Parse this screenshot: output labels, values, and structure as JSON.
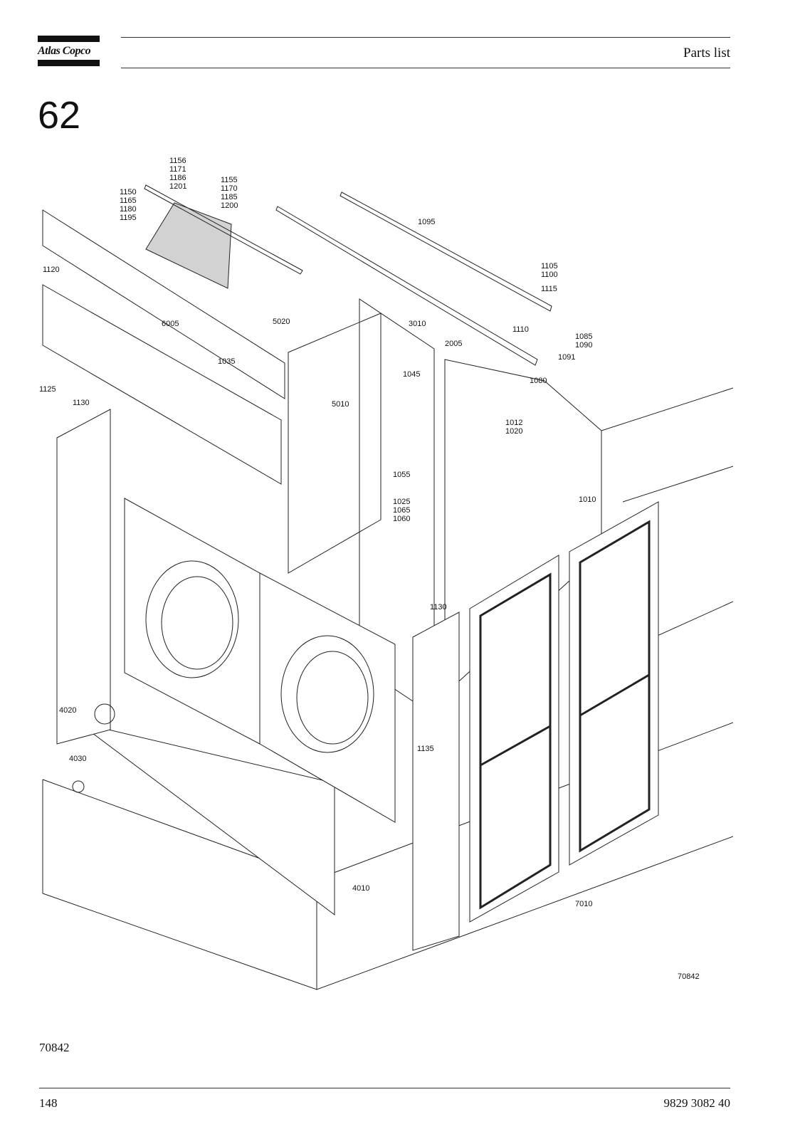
{
  "header": {
    "brand": "Atlas Copco",
    "title": "Parts list"
  },
  "section_number": "62",
  "drawing": {
    "drawing_id": "70842",
    "callouts": {
      "c1156": "1156",
      "c1171": "1171",
      "c1186": "1186",
      "c1201": "1201",
      "c1155": "1155",
      "c1170": "1170",
      "c1185": "1185",
      "c1200": "1200",
      "c1150": "1150",
      "c1165": "1165",
      "c1180": "1180",
      "c1195": "1195",
      "c1095": "1095",
      "c1105": "1105",
      "c1100": "1100",
      "c1115": "1115",
      "c1110": "1110",
      "c1085": "1085",
      "c1090": "1090",
      "c1091": "1091",
      "c1080": "1080",
      "c1120": "1120",
      "c6005": "6005",
      "c5020": "5020",
      "c3010": "3010",
      "c2005": "2005",
      "c1035": "1035",
      "c1045": "1045",
      "c1125": "1125",
      "c5010": "5010",
      "c1130a": "1130",
      "c1012": "1012",
      "c1020": "1020",
      "c1055": "1055",
      "c1010": "1010",
      "c1025": "1025",
      "c1065": "1065",
      "c1060": "1060",
      "c1130b": "1130",
      "c4020": "4020",
      "c1135": "1135",
      "c4030": "4030",
      "c4010": "4010",
      "c7010": "7010"
    }
  },
  "figure_code": "70842",
  "footer": {
    "page_number": "148",
    "document_number": "9829 3082 40"
  }
}
